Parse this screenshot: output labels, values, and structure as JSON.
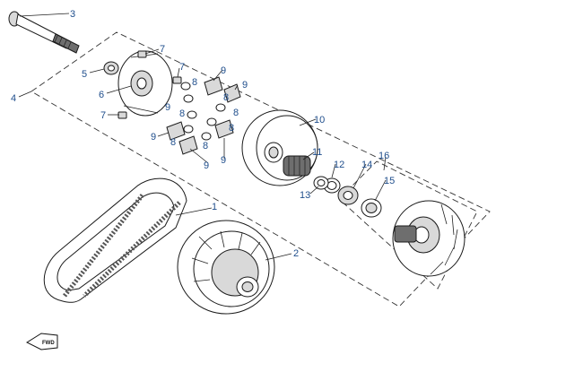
{
  "diagram": {
    "direction_badge": "FWD",
    "callouts": [
      {
        "id": "c1",
        "text": "1"
      },
      {
        "id": "c2",
        "text": "2"
      },
      {
        "id": "c3",
        "text": "3"
      },
      {
        "id": "c4",
        "text": "4"
      },
      {
        "id": "c5",
        "text": "5"
      },
      {
        "id": "c6",
        "text": "6"
      },
      {
        "id": "c7a",
        "text": "7"
      },
      {
        "id": "c7b",
        "text": "7"
      },
      {
        "id": "c7c",
        "text": "7"
      },
      {
        "id": "c8a",
        "text": "8"
      },
      {
        "id": "c8b",
        "text": "8"
      },
      {
        "id": "c8c",
        "text": "8"
      },
      {
        "id": "c8d",
        "text": "8"
      },
      {
        "id": "c8e",
        "text": "8"
      },
      {
        "id": "c8f",
        "text": "8"
      },
      {
        "id": "c8g",
        "text": "8"
      },
      {
        "id": "c9a",
        "text": "9"
      },
      {
        "id": "c9b",
        "text": "9"
      },
      {
        "id": "c9c",
        "text": "9"
      },
      {
        "id": "c9d",
        "text": "9"
      },
      {
        "id": "c9e",
        "text": "9"
      },
      {
        "id": "c9f",
        "text": "9"
      },
      {
        "id": "c10",
        "text": "10"
      },
      {
        "id": "c11",
        "text": "11"
      },
      {
        "id": "c12",
        "text": "12"
      },
      {
        "id": "c13",
        "text": "13"
      },
      {
        "id": "c14",
        "text": "14"
      },
      {
        "id": "c15",
        "text": "15"
      },
      {
        "id": "c16",
        "text": "16"
      }
    ]
  }
}
